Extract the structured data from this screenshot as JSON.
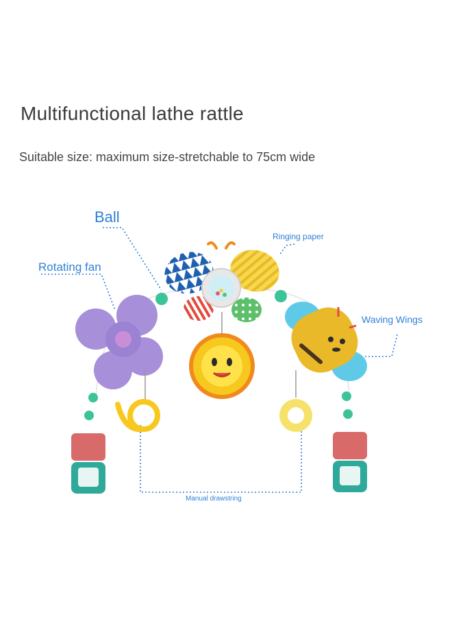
{
  "title": "Multifunctional lathe rattle",
  "subtitle": "Suitable size: maximum size-stretchable to 75cm wide",
  "callouts": {
    "ball": "Ball",
    "rotating_fan": "Rotating fan",
    "ringing_paper": "Ringing paper",
    "waving_wings": "Waving Wings",
    "manual_drawstring": "Manual drawstring"
  },
  "colors": {
    "callout_blue": "#2f7fd6",
    "fan_purple": "#a78fd9",
    "sun_yellow": "#f7c81e",
    "sun_orange": "#f08a1c",
    "bee_yellow": "#e9b92a",
    "wing_blue": "#5fc9e8",
    "clamp_teal": "#2fa99a",
    "clamp_red": "#d96a6a",
    "joint_green": "#3cc39a"
  },
  "icons": [
    "rotating-fan-icon",
    "sun-face-icon",
    "bee-icon",
    "butterfly-icon",
    "ball-rattle-icon",
    "moon-ring-icon",
    "flower-ring-icon",
    "clamp-icon"
  ]
}
